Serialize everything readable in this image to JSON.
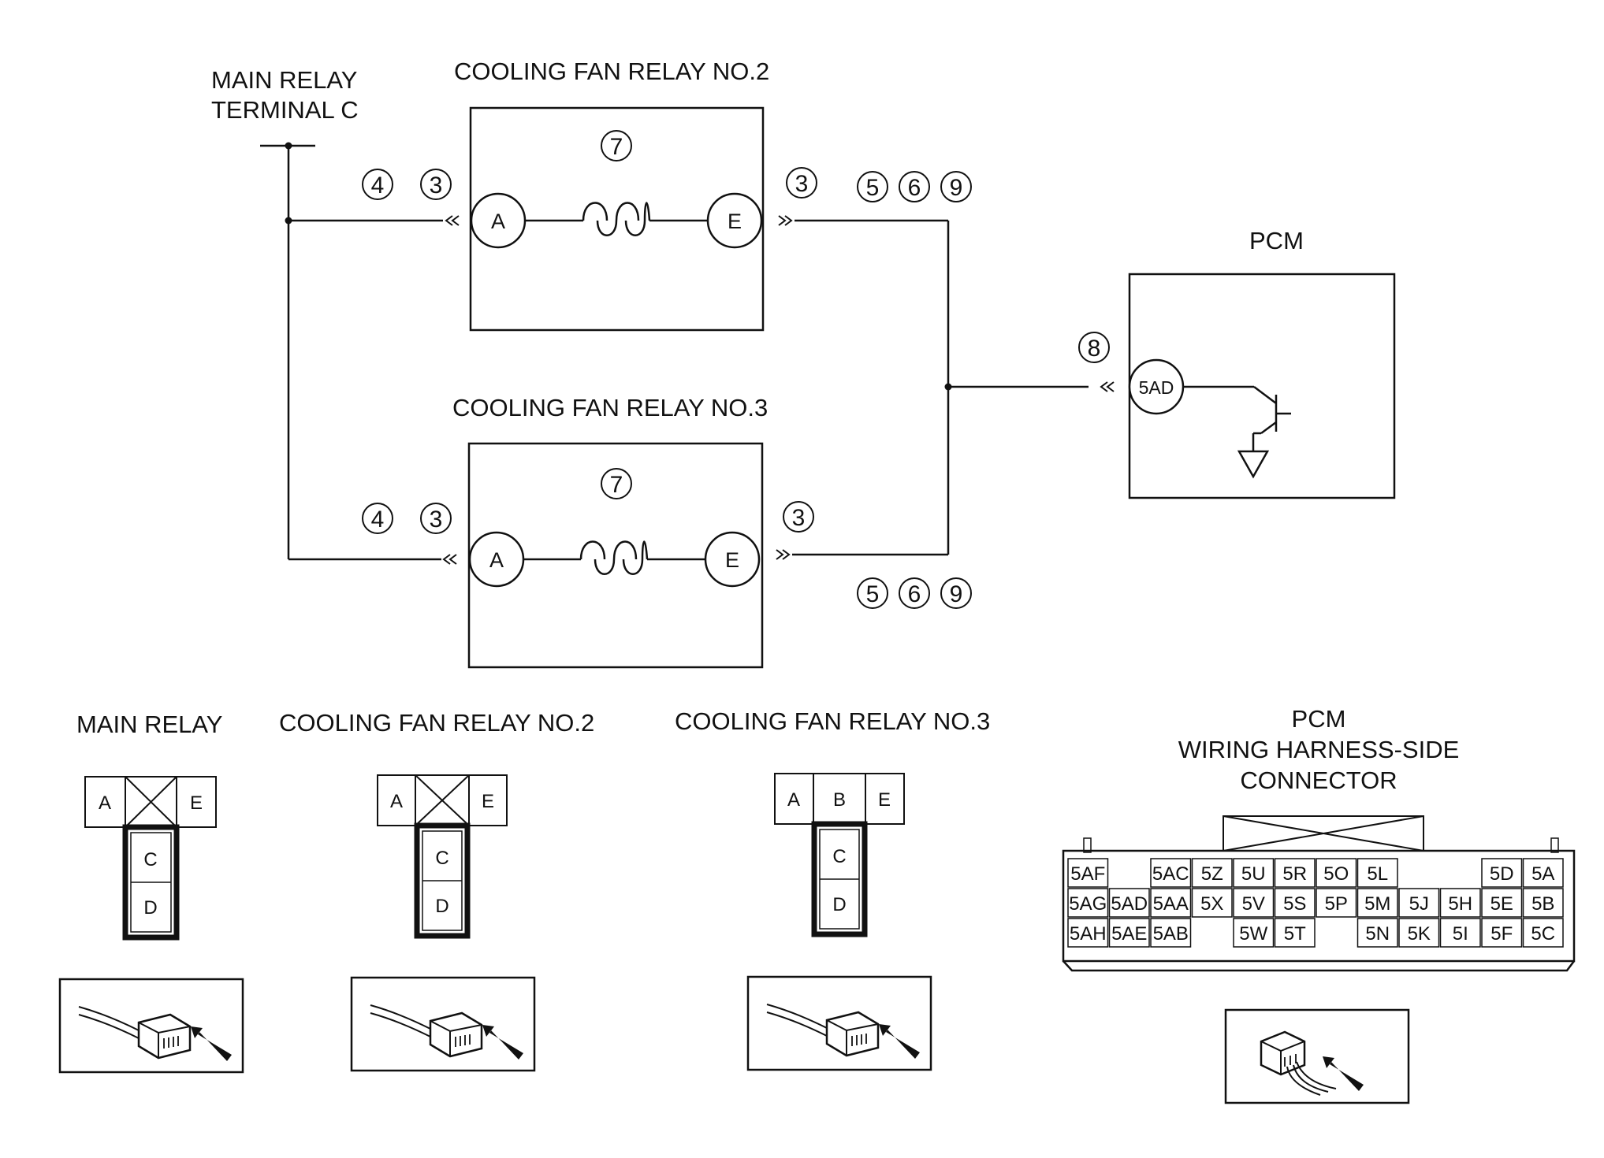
{
  "labels": {
    "main_relay_terminal_line1": "MAIN RELAY",
    "main_relay_terminal_line2": "TERMINAL C",
    "relay2_title": "COOLING FAN RELAY NO.2",
    "relay3_title": "COOLING FAN RELAY NO.3",
    "pcm_title": "PCM"
  },
  "relay2": {
    "coil_number": "7",
    "terminal_left": "A",
    "terminal_right": "E",
    "left_callouts": [
      "4",
      "3"
    ],
    "right_callout": "3",
    "wire_callouts": [
      "5",
      "6",
      "9"
    ]
  },
  "relay3": {
    "coil_number": "7",
    "terminal_left": "A",
    "terminal_right": "E",
    "left_callouts": [
      "4",
      "3"
    ],
    "right_callout": "3",
    "wire_callouts": [
      "5",
      "6",
      "9"
    ]
  },
  "pcm": {
    "pin": "5AD",
    "callout": "8"
  },
  "connectors": {
    "main_relay": {
      "title": "MAIN RELAY",
      "top": [
        "A",
        "",
        "E"
      ],
      "lower": [
        "C",
        "D"
      ]
    },
    "relay2": {
      "title": "COOLING FAN RELAY NO.2",
      "top": [
        "A",
        "",
        "E"
      ],
      "lower": [
        "C",
        "D"
      ]
    },
    "relay3": {
      "title": "COOLING FAN RELAY NO.3",
      "top": [
        "A",
        "B",
        "E"
      ],
      "lower": [
        "C",
        "D"
      ]
    },
    "pcm": {
      "title_lines": [
        "PCM",
        "WIRING HARNESS-SIDE",
        "CONNECTOR"
      ],
      "rows": [
        [
          "5AF",
          "",
          "5AC",
          "5Z",
          "5U",
          "5R",
          "5O",
          "5L",
          "",
          "",
          "5D",
          "5A"
        ],
        [
          "5AG",
          "5AD",
          "5AA",
          "5X",
          "5V",
          "5S",
          "5P",
          "5M",
          "5J",
          "5H",
          "5E",
          "5B"
        ],
        [
          "5AH",
          "5AE",
          "5AB",
          "",
          "5W",
          "5T",
          "",
          "5N",
          "5K",
          "5I",
          "5F",
          "5C"
        ]
      ]
    }
  },
  "icons": [
    "coil-icon",
    "transistor-icon",
    "ground-icon",
    "connector-view-icon",
    "arrow-icon"
  ]
}
